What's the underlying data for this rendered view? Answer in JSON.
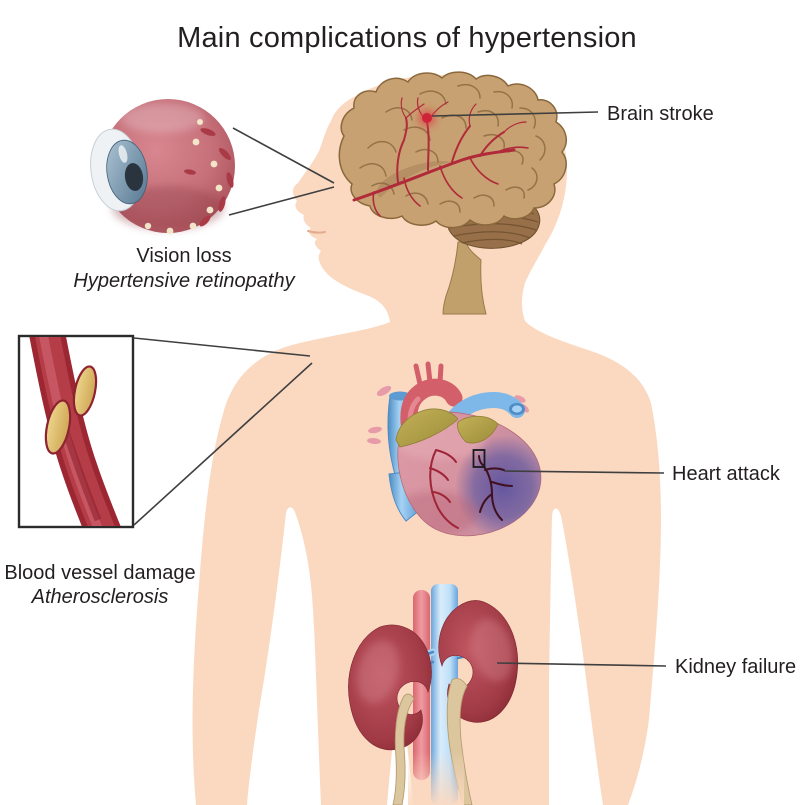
{
  "title": "Main complications of hypertension",
  "callouts": {
    "brain": {
      "label": "Brain stroke"
    },
    "eye": {
      "label": "Vision loss",
      "sublabel": "Hypertensive retinopathy"
    },
    "vessel": {
      "label": "Blood vessel damage",
      "sublabel": "Atherosclerosis"
    },
    "heart": {
      "label": "Heart attack"
    },
    "kidney": {
      "label": "Kidney failure"
    }
  },
  "colors": {
    "text": "#231f20",
    "line": "#3f3f3f",
    "skin": "#fbd9c1",
    "box_stroke": "#2b2b2b",
    "brain_fill": "#c7a171",
    "brain_stroke": "#8a683c",
    "brain_fold": "#8f6d42",
    "cerebellum": "#97704a",
    "cerebellum_stripe": "#6f4f2c",
    "artery_red": "#b02a3a",
    "stroke_spot": "#cf2438",
    "hemorrhage": "#a93a46",
    "exudate": "#f6ecce",
    "pupil": "#29343f",
    "vessel_wall": "#9c2733",
    "vessel_mid": "#b53d48",
    "vessel_sheen": "#cf6670",
    "plaque_rim": "#8e2230",
    "heart_aorta": "#d25f6a",
    "heart_blue": "#7db8e8",
    "heart_blue_dark": "#4d8cc4",
    "fat_olive": "#b3a14b",
    "coronary": "#9e2436",
    "coronary_dark": "#401020",
    "kidney_dark": "#93313c",
    "ureter": "#dcc69e",
    "ureter_edge": "#b79c70",
    "aorta_strip": "#e2737c"
  }
}
